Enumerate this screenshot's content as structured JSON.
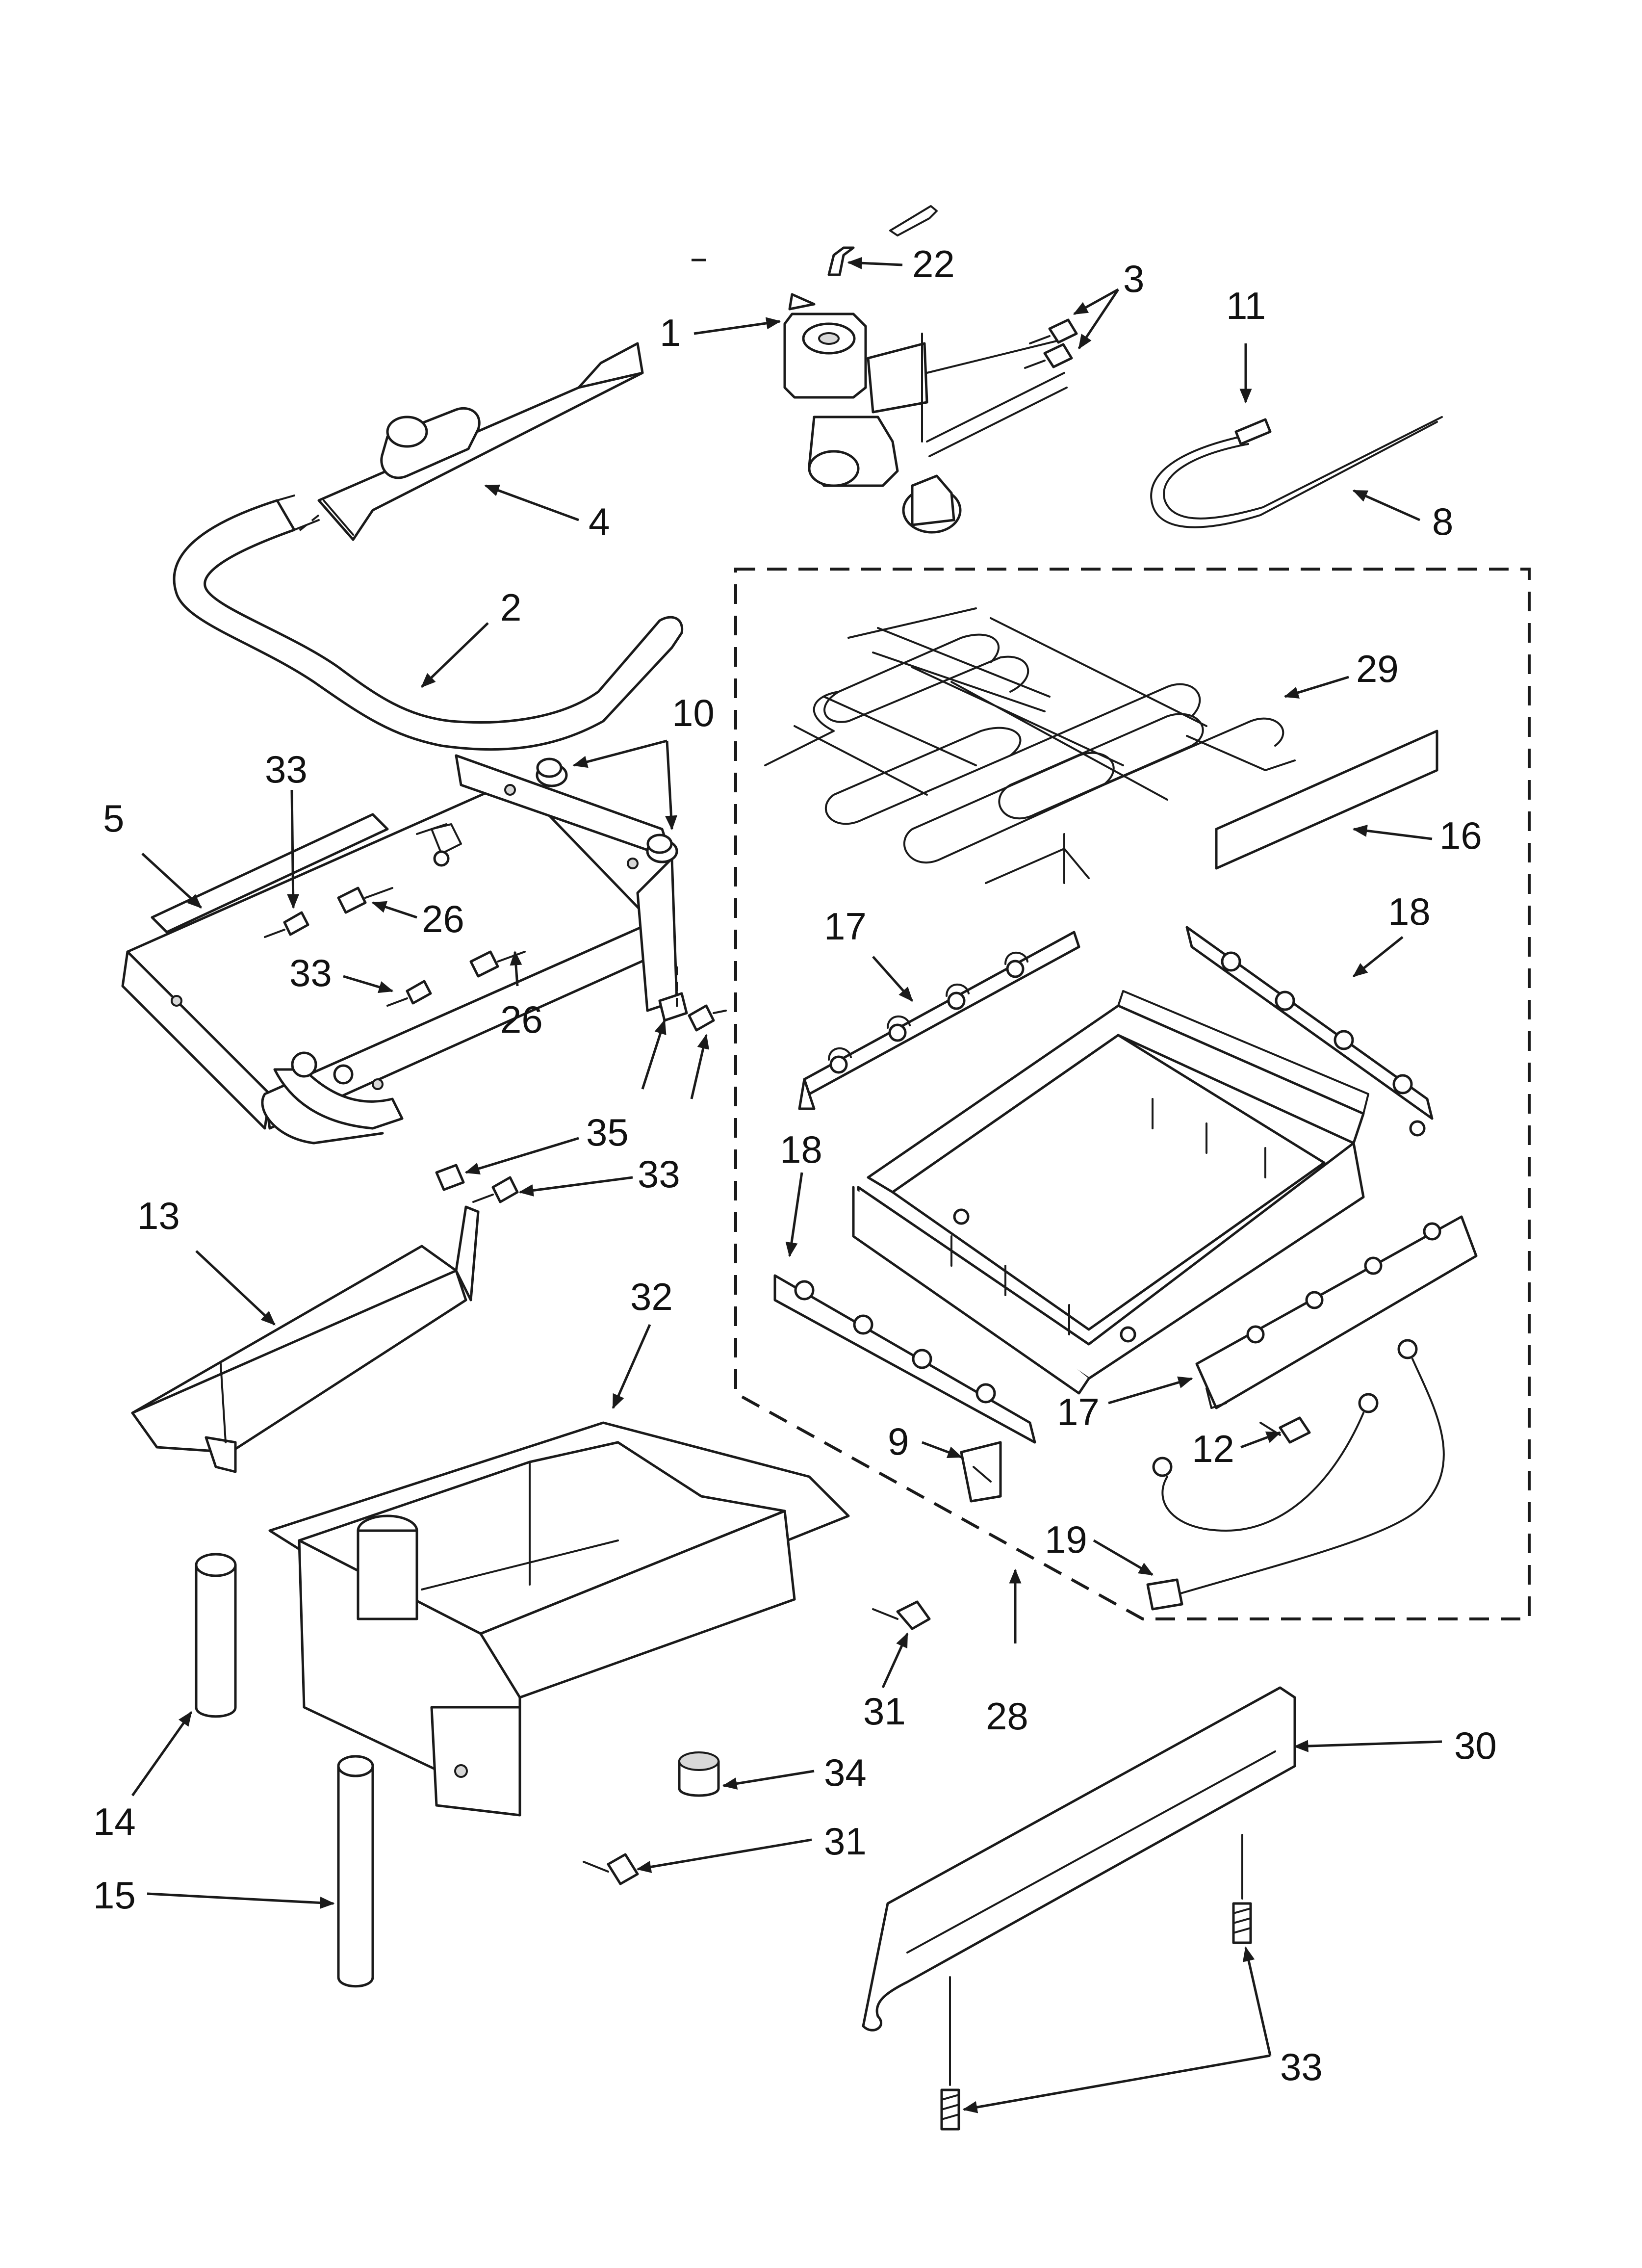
{
  "diagram": {
    "callouts": [
      {
        "id": "c22",
        "text": "22"
      },
      {
        "id": "c3",
        "text": "3"
      },
      {
        "id": "c11",
        "text": "11"
      },
      {
        "id": "c1",
        "text": "1"
      },
      {
        "id": "c4",
        "text": "4"
      },
      {
        "id": "c8",
        "text": "8"
      },
      {
        "id": "c2",
        "text": "2"
      },
      {
        "id": "c29",
        "text": "29"
      },
      {
        "id": "c10",
        "text": "10"
      },
      {
        "id": "c33a",
        "text": "33"
      },
      {
        "id": "c5",
        "text": "5"
      },
      {
        "id": "c16",
        "text": "16"
      },
      {
        "id": "c26a",
        "text": "26"
      },
      {
        "id": "c33b",
        "text": "33"
      },
      {
        "id": "c17a",
        "text": "17"
      },
      {
        "id": "c18a",
        "text": "18"
      },
      {
        "id": "c26b",
        "text": "26"
      },
      {
        "id": "c35",
        "text": "35"
      },
      {
        "id": "c33c",
        "text": "33"
      },
      {
        "id": "c18b",
        "text": "18"
      },
      {
        "id": "c13",
        "text": "13"
      },
      {
        "id": "c32",
        "text": "32"
      },
      {
        "id": "c17b",
        "text": "17"
      },
      {
        "id": "c9",
        "text": "9"
      },
      {
        "id": "c12",
        "text": "12"
      },
      {
        "id": "c19",
        "text": "19"
      },
      {
        "id": "c31a",
        "text": "31"
      },
      {
        "id": "c28",
        "text": "28"
      },
      {
        "id": "c30",
        "text": "30"
      },
      {
        "id": "c34",
        "text": "34"
      },
      {
        "id": "c14",
        "text": "14"
      },
      {
        "id": "c31b",
        "text": "31"
      },
      {
        "id": "c15",
        "text": "15"
      },
      {
        "id": "c33d",
        "text": "33"
      }
    ]
  }
}
